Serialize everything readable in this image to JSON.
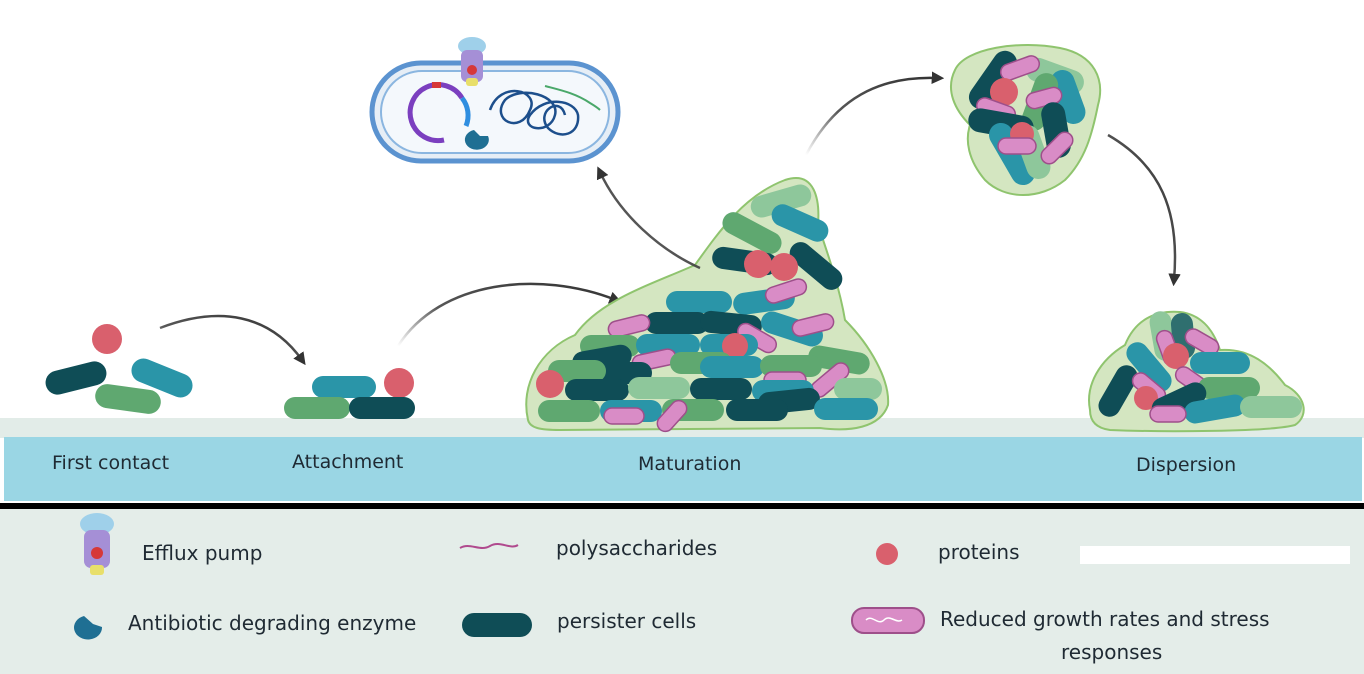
{
  "stages": {
    "first_contact": "First contact",
    "attachment": "Attachment",
    "maturation": "Maturation",
    "dispersion": "Dispersion"
  },
  "legend": {
    "efflux_pump": "Efflux pump",
    "polysaccharides": "polysaccharides",
    "proteins": "proteins",
    "enzyme": "Antibiotic degrading enzyme",
    "persister": "persister cells",
    "reduced_growth_line1": "Reduced growth rates and stress",
    "reduced_growth_line2": "responses"
  },
  "colors": {
    "surface": "#e2ece8",
    "strip": "#9ad6e4",
    "matrix_fill": "#d4e6c1",
    "matrix_stroke": "#8fc46e",
    "teal": "#2a95a8",
    "dark_teal": "#0f4d56",
    "green": "#5fa870",
    "pale_green": "#8ec79b",
    "pink_cell": "#d98cc6",
    "protein": "#d9606d",
    "legend_bg": "#e4ede9"
  }
}
